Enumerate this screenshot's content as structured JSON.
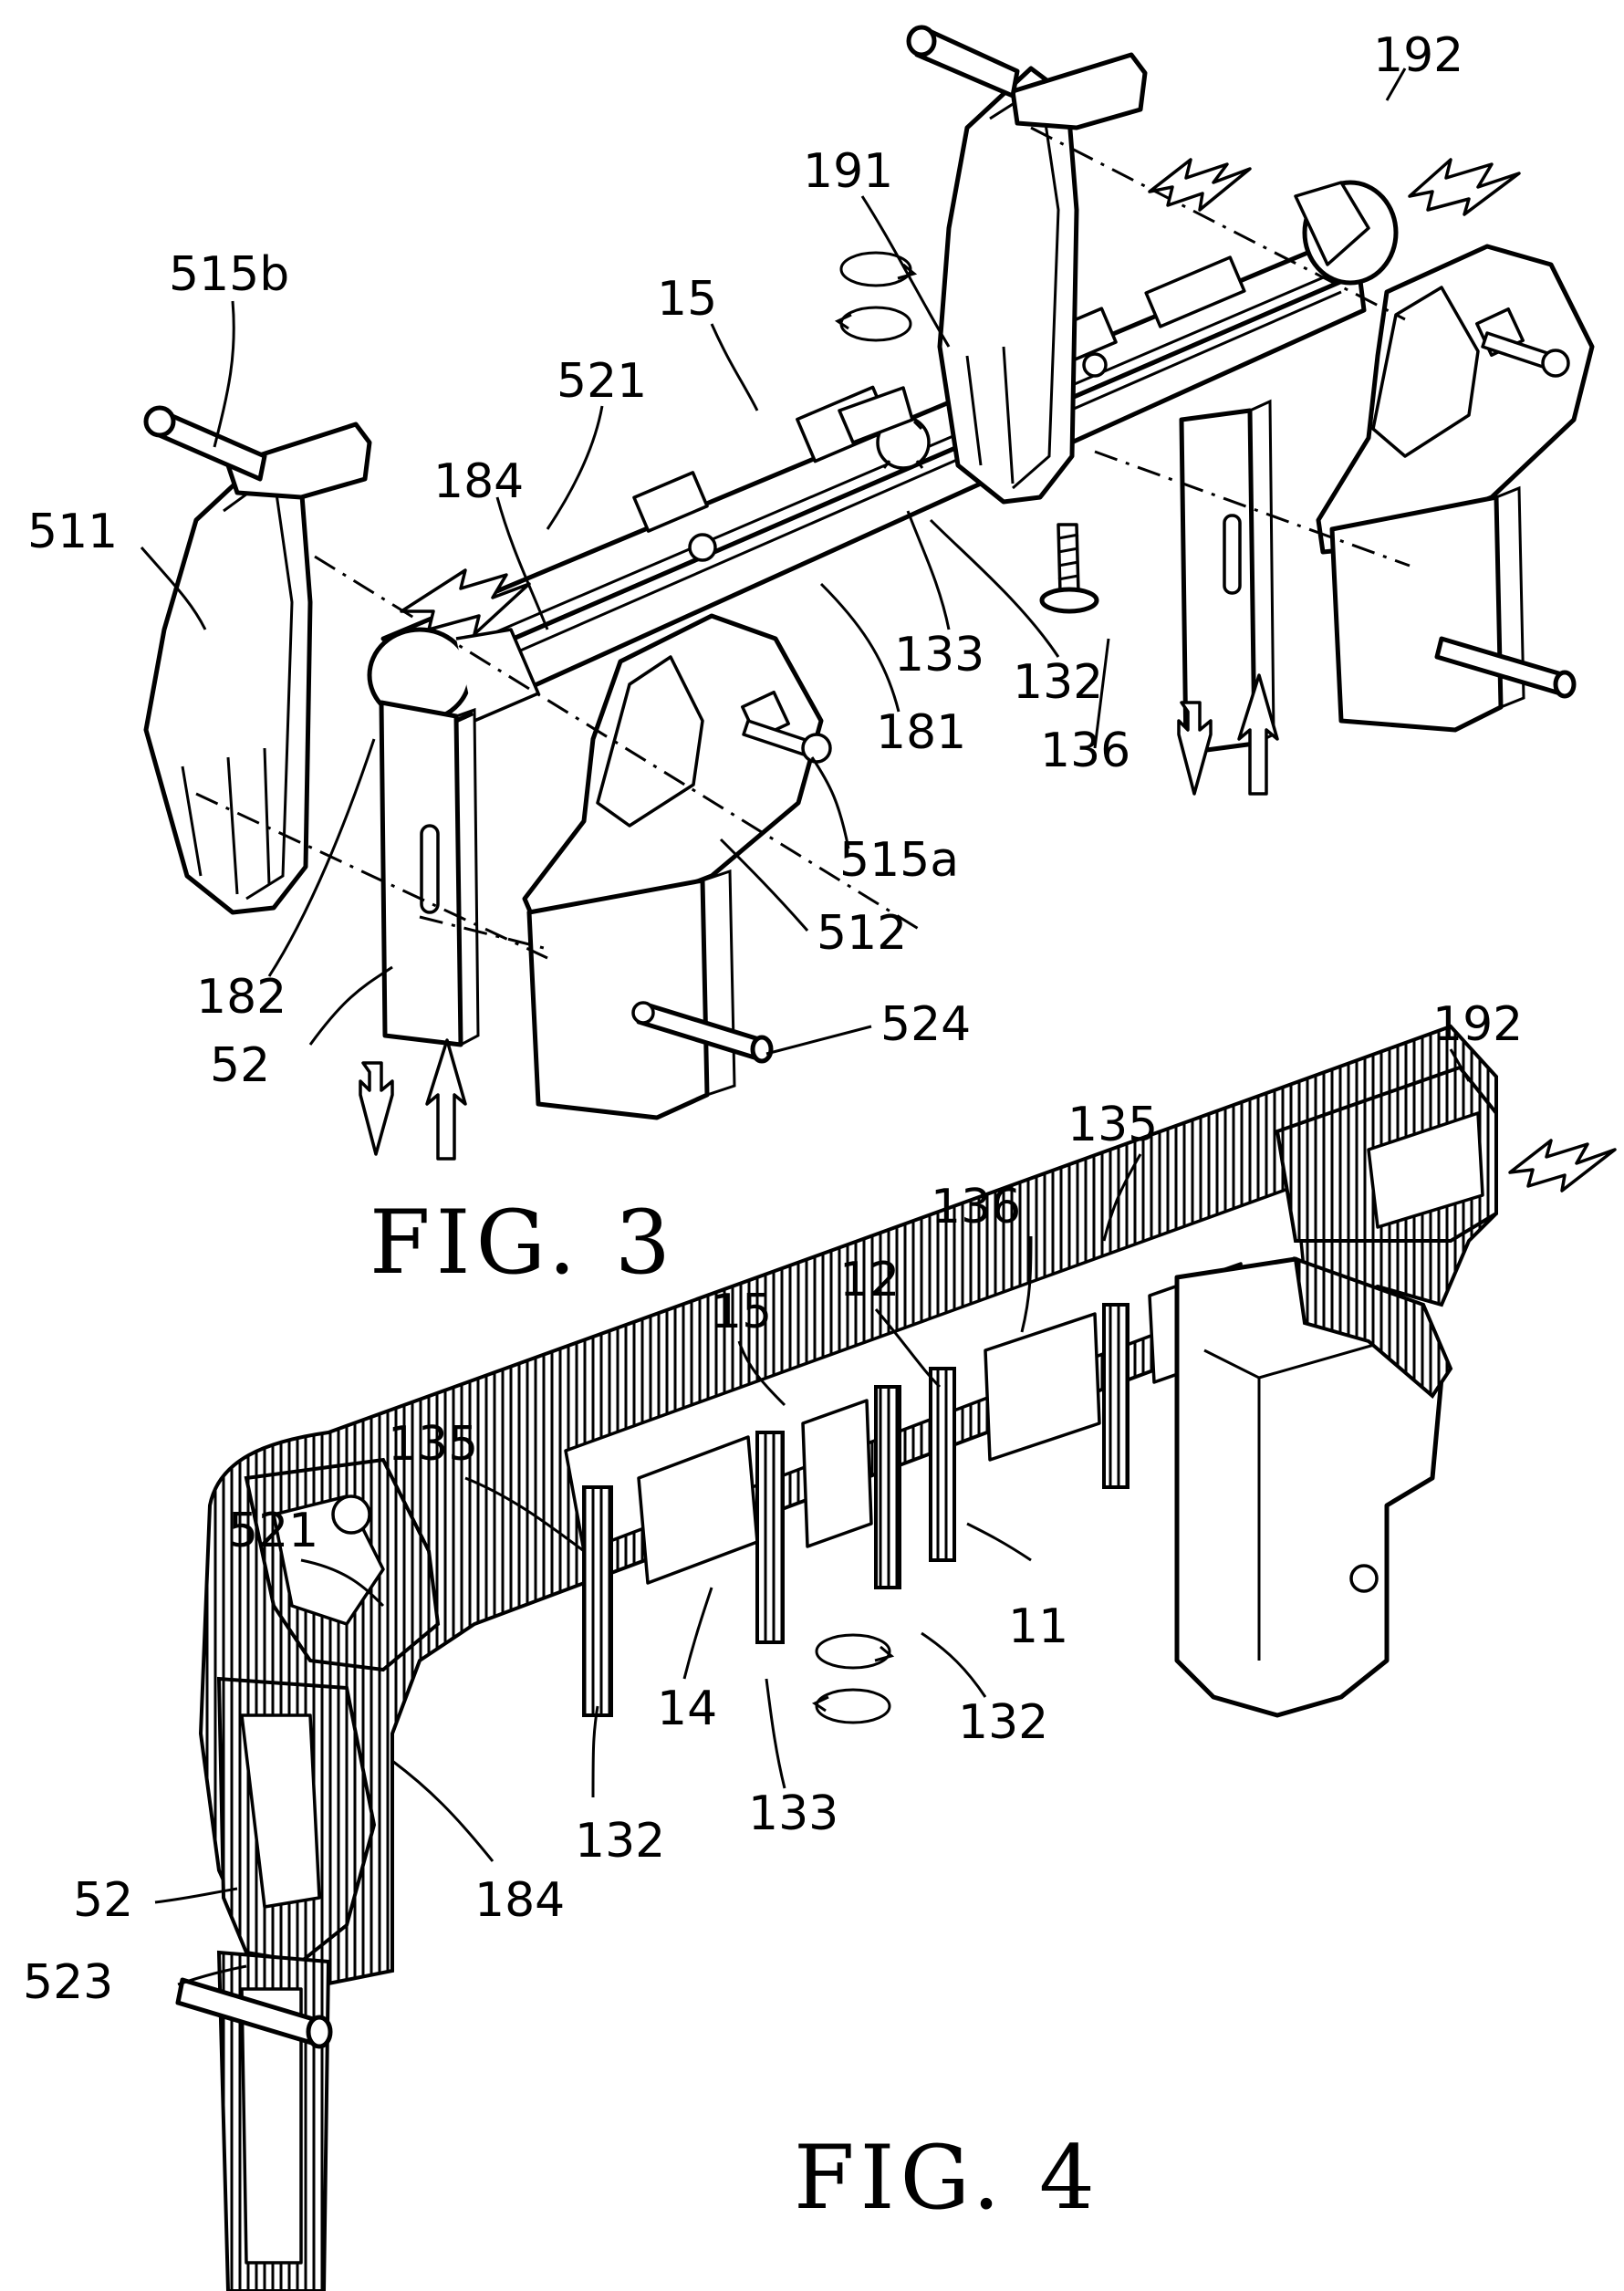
{
  "figures": [
    {
      "id": "fig3",
      "caption": "FIG. 3",
      "labels": [
        "515b",
        "511",
        "184",
        "521",
        "15",
        "191",
        "192",
        "133",
        "132",
        "136",
        "181",
        "515a",
        "512",
        "182",
        "52",
        "524"
      ]
    },
    {
      "id": "fig4",
      "caption": "FIG. 4",
      "labels": [
        "192",
        "135",
        "136",
        "12",
        "15",
        "135",
        "521",
        "11",
        "132",
        "133",
        "14",
        "132",
        "184",
        "52",
        "523"
      ]
    }
  ]
}
